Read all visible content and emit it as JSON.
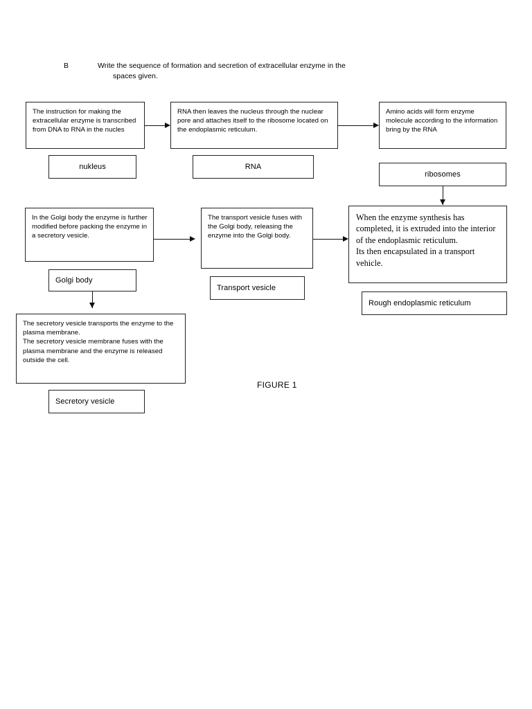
{
  "document": {
    "figure_caption": "FIGURE  1",
    "question": {
      "label": "B",
      "line1": "Write the sequence of formation and secretion of extracellular enzyme in the",
      "line2": "spaces given."
    }
  },
  "flow": {
    "steps": [
      {
        "id": "step-1-transcription",
        "text": "The instruction for making the extracellular enzyme is transcribed from DNA to RNA in the nucles"
      },
      {
        "id": "step-2-rna-leaves-nucleus",
        "text": "RNA then leaves the nucleus through the nuclear pore and attaches itself to the ribosome located on the endoplasmic reticulum."
      },
      {
        "id": "step-3-amino-acids",
        "text": "Amino acids will form enzyme molecule according to the information bring by the RNA"
      },
      {
        "id": "step-4-enzyme-extruded",
        "text": "When the enzyme synthesis has completed, it is extruded into the interior of the endoplasmic reticulum.\nIts then encapsulated in a transport vehicle."
      },
      {
        "id": "step-5-transport-vesicle-fuses",
        "text": "The transport vesicle fuses with the Golgi body, releasing the enzyme into the Golgi body."
      },
      {
        "id": "step-6-golgi-modification",
        "text": "In the Golgi body the enzyme is further modified before packing the enzyme in a secretory vesicle."
      },
      {
        "id": "step-7-secretory-vesicle",
        "text": "The secretory vesicle transports the enzyme to the plasma membrane.\nThe secretory vesicle membrane fuses with the plasma membrane and the enzyme is released outside the cell."
      }
    ],
    "answers": [
      {
        "id": "answer-nukleus",
        "text": "nukleus"
      },
      {
        "id": "answer-rna",
        "text": "RNA"
      },
      {
        "id": "answer-ribosomes",
        "text": "ribosomes"
      },
      {
        "id": "answer-golgi-body",
        "text": "Golgi body"
      },
      {
        "id": "answer-transport-vesicle",
        "text": "Transport vesicle"
      },
      {
        "id": "answer-rough-er",
        "text": "Rough endoplasmic reticulum"
      },
      {
        "id": "answer-secretory-vesicle",
        "text": "Secretory vesicle"
      }
    ]
  },
  "style": {
    "ink": "#222222",
    "paper": "#ffffff"
  }
}
